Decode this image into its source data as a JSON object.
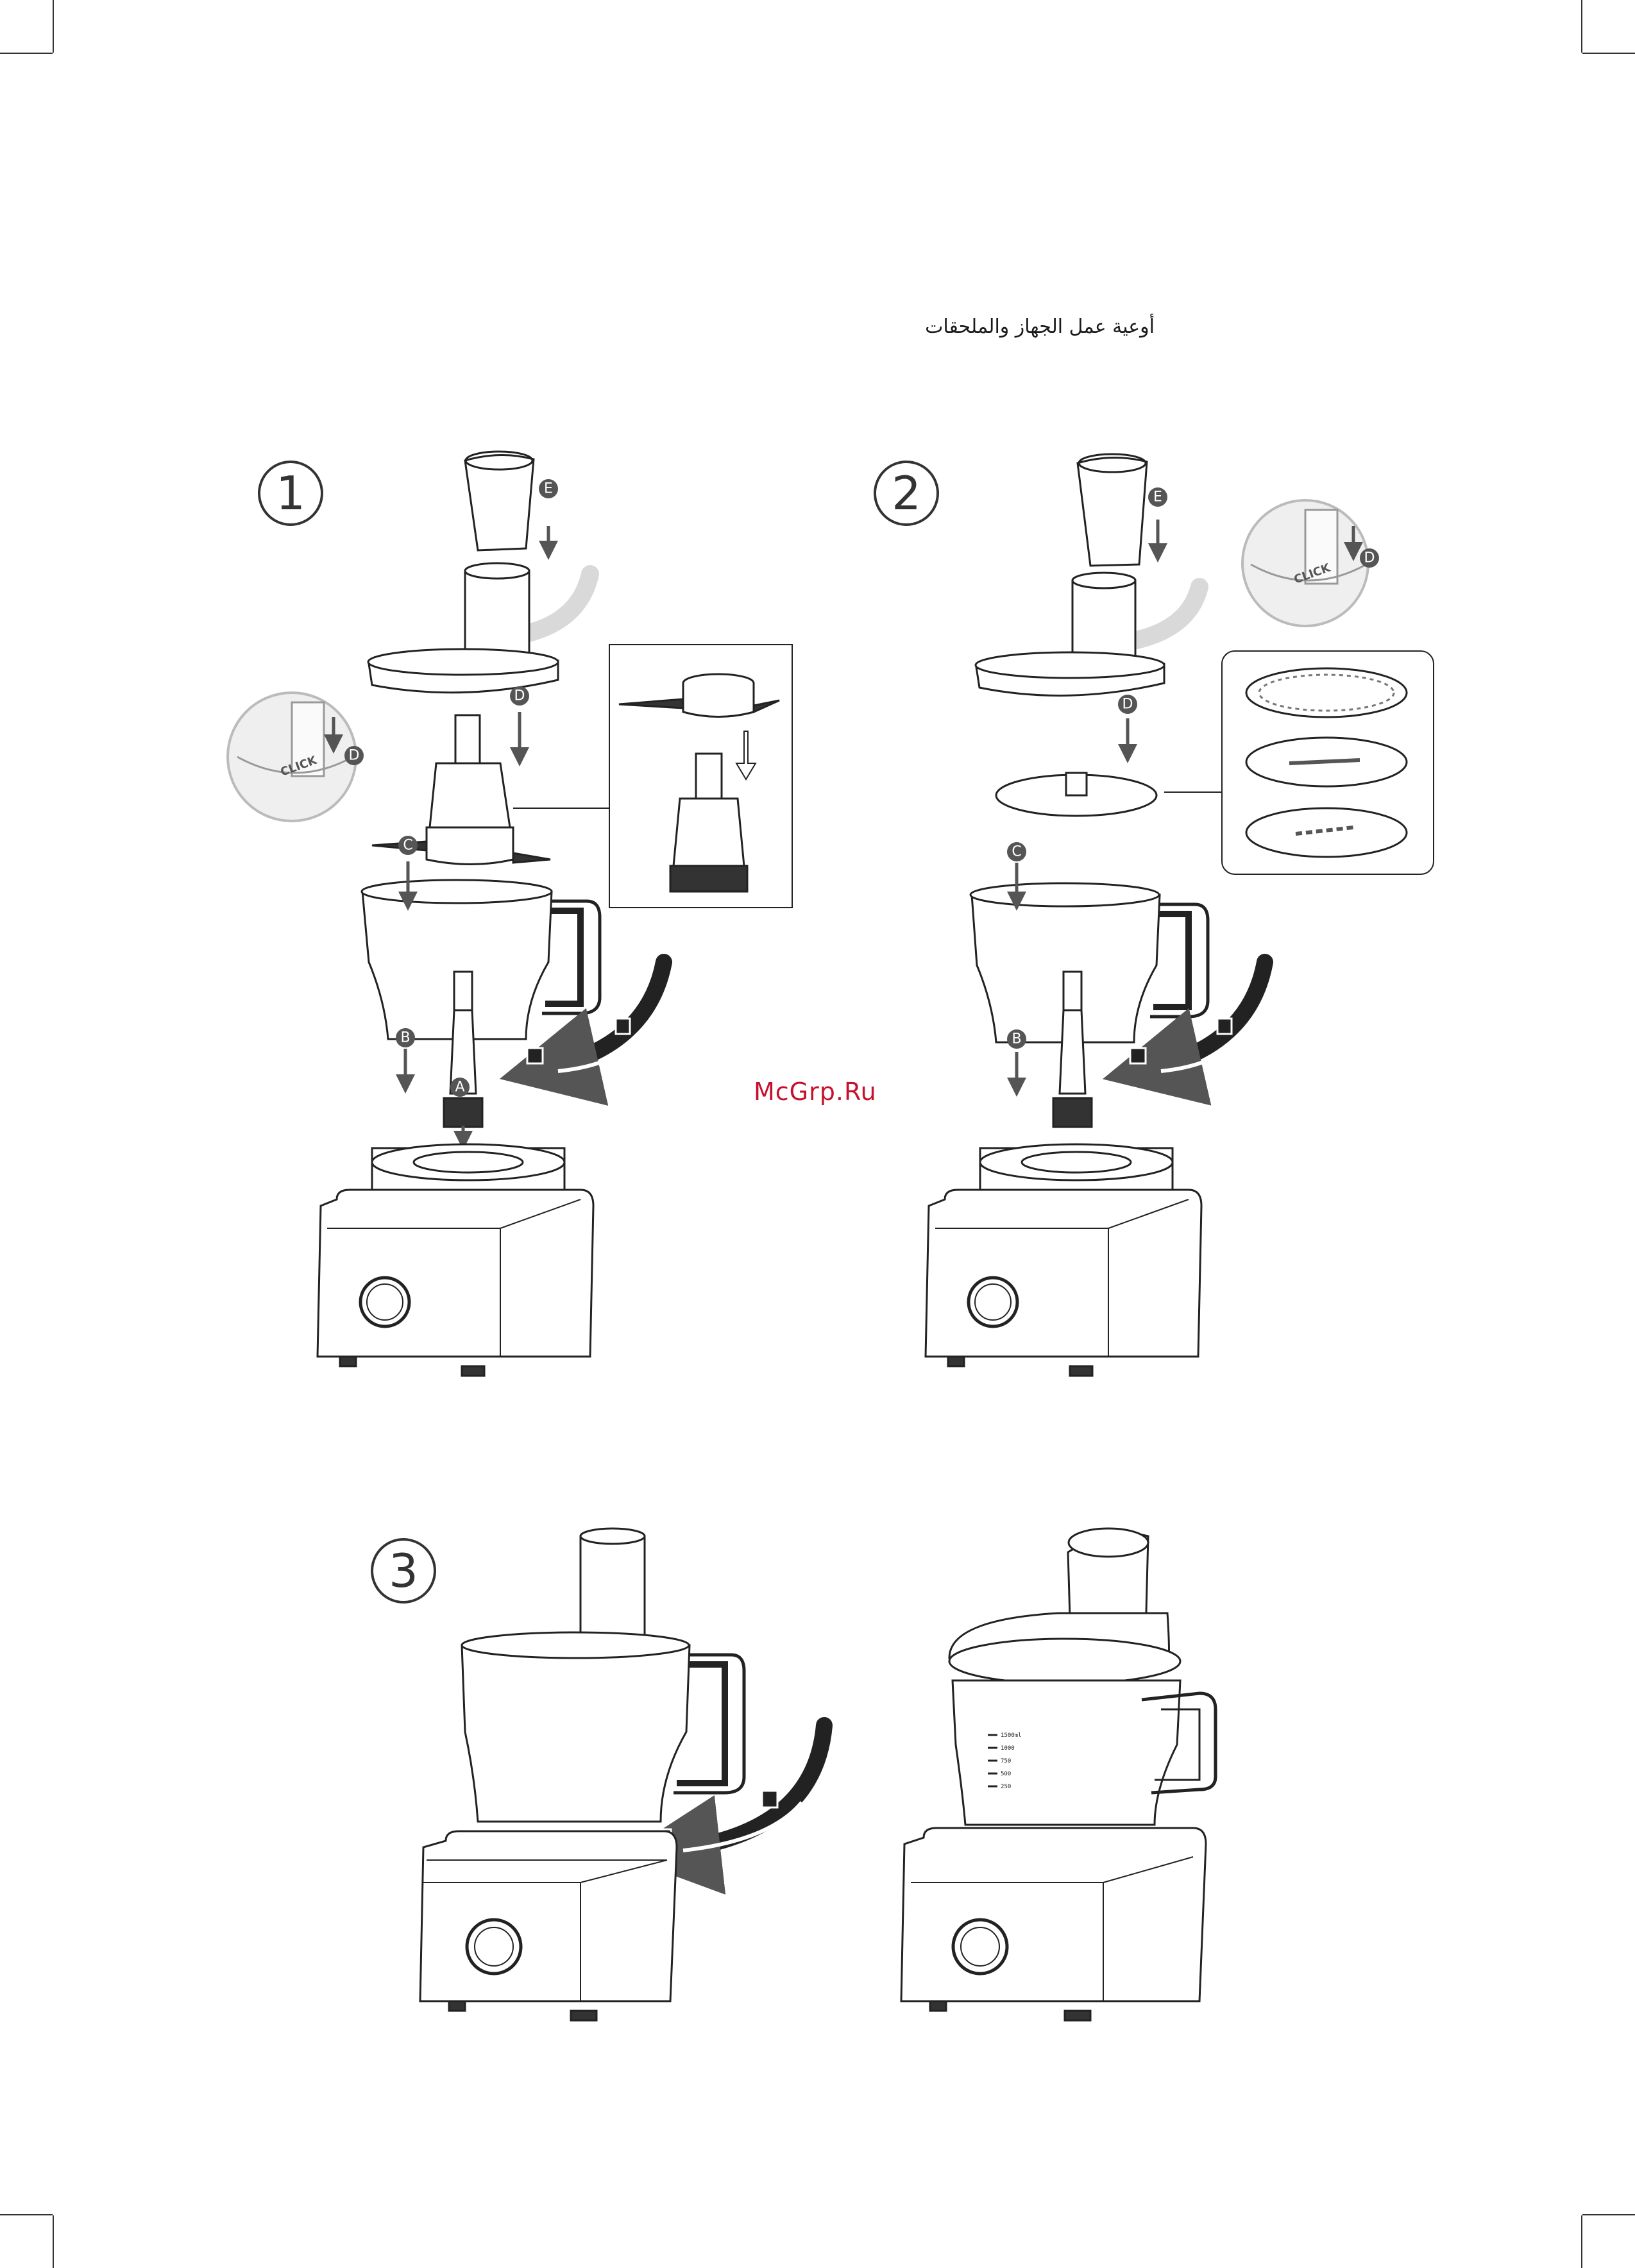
{
  "header": {
    "title": "أوعية عمل الجهاز والملحقات"
  },
  "watermark": "McGrp.Ru",
  "steps": [
    {
      "number": "1"
    },
    {
      "number": "2"
    },
    {
      "number": "3"
    }
  ],
  "part_labels": {
    "a": "A",
    "b": "B",
    "c": "C",
    "d": "D",
    "e": "E"
  },
  "callout_text": "CLICK",
  "jug_scale": [
    "1500ml",
    "1000",
    "750",
    "500",
    "250"
  ],
  "colors": {
    "accent": "#c8102e",
    "line": "#222222",
    "arrow_grey": "#d9d9d9",
    "badge": "#555555"
  }
}
